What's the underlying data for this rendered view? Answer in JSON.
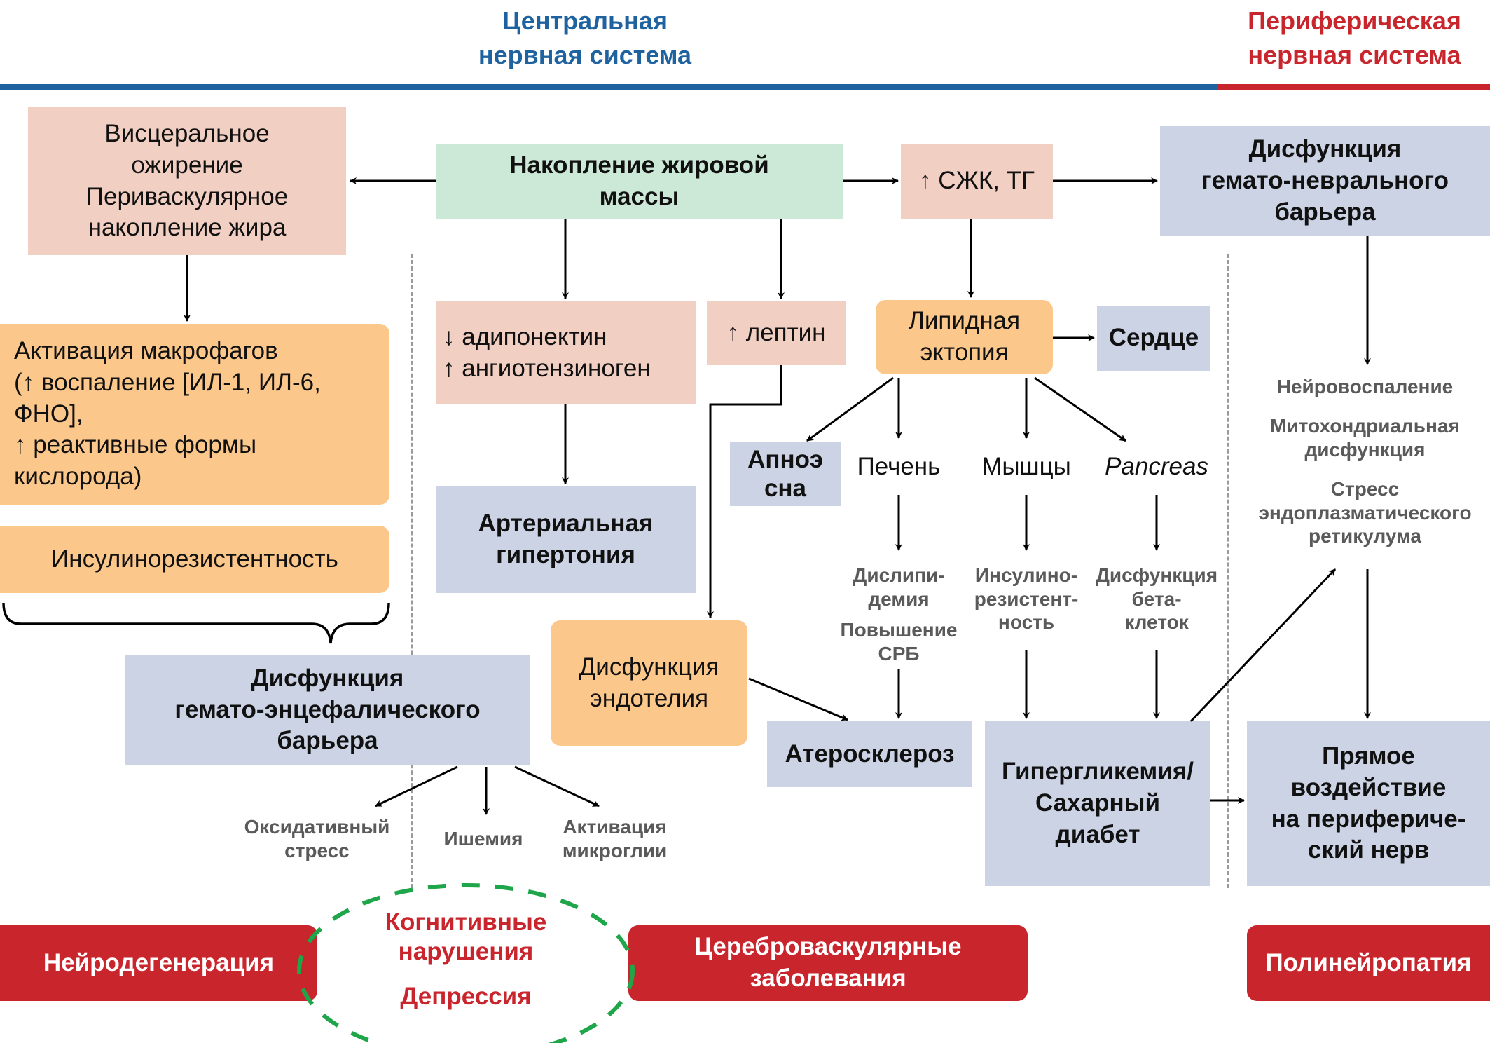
{
  "header": {
    "cns": [
      "Центральная",
      "нервная система"
    ],
    "pns": [
      "Периферическая",
      "нервная система"
    ],
    "cns_color": "#1f62a0",
    "pns_color": "#c9252d"
  },
  "nodes": {
    "visceral": [
      "Висцеральное",
      "ожирение",
      "Периваскулярное",
      "накопление жира"
    ],
    "fat_accumulation": [
      "Накопление жировой",
      "массы"
    ],
    "ffa_tg": "↑ СЖК, ТГ",
    "hemato_neural": [
      "Дисфункция",
      "гемато-неврального",
      "барьера"
    ],
    "macrophages": [
      "Активация макрофагов",
      "(↑ воспаление [ИЛ-1, ИЛ-6,",
      "ФНО],",
      "↑ реактивные формы",
      "кислорода)"
    ],
    "insulin_resistance": "Инсулинорезистентность",
    "adipo": [
      "↓ адипонектин",
      "↑ ангиотензиноген"
    ],
    "leptin": "↑ лептин",
    "lipid_ectopia": [
      "Липидная",
      "эктопия"
    ],
    "heart": "Сердце",
    "apnea": [
      "Апноэ",
      "сна"
    ],
    "liver": "Печень",
    "muscles": "Мышцы",
    "pancreas": "Pancreas",
    "hypertension": [
      "Артериальная",
      "гипертония"
    ],
    "endothelium": [
      "Дисфункция",
      "эндотелия"
    ],
    "bbb": [
      "Дисфункция",
      "гемато-энцефалического",
      "барьера"
    ],
    "atherosclerosis": "Атеросклероз",
    "hyperglycemia": [
      "Гипергликемия/",
      "Сахарный",
      "диабет"
    ],
    "direct_effect": [
      "Прямое",
      "воздействие",
      "на периферичe-",
      "ский нерв"
    ]
  },
  "labels": {
    "dyslipidemia": [
      "Дислипи-",
      "демия"
    ],
    "crp": [
      "Повышение",
      "СРБ"
    ],
    "insulin_res_short": [
      "Инсулино-",
      "резистент-",
      "ность"
    ],
    "beta_cells": [
      "Дисфункция",
      "бета-",
      "клеток"
    ],
    "neuroinflammation": "Нейровоспаление",
    "mitochondrial": [
      "Митохондриальная",
      "дисфункция"
    ],
    "er_stress": [
      "Стресс",
      "эндоплазматического",
      "ретикулума"
    ],
    "oxidative": [
      "Оксидативный",
      "стресс"
    ],
    "ischemia": "Ишемия",
    "microglia": [
      "Активация",
      "микроглии"
    ]
  },
  "outcomes": {
    "neurodegeneration": "Нейродегенерация",
    "cognitive": [
      "Когнитивные",
      "нарушения"
    ],
    "depression": "Депрессия",
    "cerebrovascular": [
      "Цереброваскулярные",
      "заболевания"
    ],
    "polyneuropathy": "Полинейропатия"
  }
}
